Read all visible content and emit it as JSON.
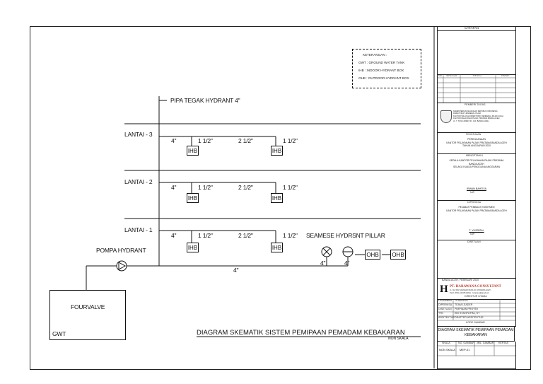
{
  "diagram": {
    "title": "DIAGRAM SKEMATIK SISTEM PEMIPAAN PEMADAM KEBAKARAN",
    "scale": "NON SKALA",
    "riser_label": "PIPA TEGAK HYDRANT 4\"",
    "legend": {
      "title": "KETERANGAN :",
      "items": [
        "GWT : GROUND WATER TANK",
        "IHB : INDOOR HYDRANT BOX",
        "OHB : OUTDOOR HYDRANT BOX"
      ]
    },
    "floors": [
      {
        "label": "LANTAI - 3",
        "size_main": "4\"",
        "size_a": "1 1/2\"",
        "size_b": "2 1/2\"",
        "size_c": "1 1/2\"",
        "box_a": "IHB",
        "box_b": "IHB"
      },
      {
        "label": "LANTAI - 2",
        "size_main": "4\"",
        "size_a": "1 1/2\"",
        "size_b": "2 1/2\"",
        "size_c": "1 1/2\"",
        "box_a": "IHB",
        "box_b": "IHB"
      },
      {
        "label": "LANTAI - 1",
        "size_main": "4\"",
        "size_a": "1 1/2\"",
        "size_b": "2 1/2\"",
        "size_c": "1 1/2\"",
        "box_a": "IHB",
        "box_b": "IHB"
      }
    ],
    "pump_label": "POMPA HYDRANT",
    "ground_pipe_size": "4\"",
    "pillar_label": "SEAMESE  HYDRSNT PILLAR",
    "pillar_size_1": "4\"",
    "pillar_size_2": "4\"",
    "ohb_1": "OHB",
    "ohb_2": "OHB",
    "tank_label": "FOURVALVE",
    "tank_tag": "GWT"
  },
  "titleblock": {
    "catatan": "CATATAN",
    "rev_headers": [
      "No.",
      "TANGGAL",
      "REVISI",
      "PARAF"
    ],
    "pemberi_tugas_header": "PEMBERI TUGAS",
    "ministry_lines": [
      "KEMENTERIAN KEUANGAN REPUBLIK INDONESIA",
      "DIREKTORAT JENDERAL PAJAK",
      "KANTOR WILAYAH DIREKTORAT JENDERAL PAJAK ACEH",
      "KANTOR PELAYANAN PAJAK PRATAMA BANDA ACEH",
      "JL. T. NYAK ARIEF NO. 123, BANDA ACEH"
    ],
    "pekerjaan_header": "PEKERJAAN",
    "pekerjaan_lines": [
      "PERENCANAAN",
      "KANTOR PELAYANAN PAJAK PRATAMA BANDA ACEH",
      "TAHUN ANGGARAN 2020"
    ],
    "mengetahui_header": "MENGETAHUI",
    "mengetahui_lines": [
      "KEPALA KANTOR PELAYANAN PAJAK PRATAMA",
      "BANDA ACEH",
      "SELAKU KUASA PENGGUNA ANGGARAN"
    ],
    "mengetahui_name": "IRWAN BAHTIYA",
    "mengetahui_nip": "NIP.",
    "diperiksa_header": "DIPERIKSA",
    "diperiksa_lines": [
      "PEJABAT PEMBUAT KOMITMEN",
      "KANTOR PELAYANAN PAJAK PRATAMA BANDA ACEH"
    ],
    "diperiksa_name": "T. YUSRIZAL",
    "diperiksa_nip": "NIP.",
    "disetujui_header": "DISETUJUI",
    "bank_line": "BANDA ACEH, FEBRUARI 2020",
    "consultant_name": "PT. HARAWANA CONSULTANT",
    "consultant_lines": [
      "JL. SULTAN ISKANDAR MUDA NO. 45 BANDA ACEH",
      "TELP. (0651) 123456 EMAIL : harawana@gmail.com"
    ],
    "direktur_header": "DIREKTUR UTAMA",
    "staff_rows": [
      [
        "DIGAMBAR",
        "TEAM AHLI"
      ],
      [
        "DIPERIKSA",
        "TEAM LEADER"
      ],
      [
        "DISETUJUI",
        "PIMPINAN PROYEK"
      ],
      [
        "TTD",
        "EDI SYAHPUTRA, ST"
      ],
      [
        "ARSITEKTUR",
        "DRAFTER ARSITEKTUR"
      ]
    ],
    "kode_label": "KODE GAMBAR",
    "drawing_title": "DIAGRAM SKEMATIK PEMIPAAN PEMADAM KEBAKARAN",
    "foot_headers": [
      "SKALA",
      "NO. GAMBAR",
      "JML. GAMBAR",
      "KERTAS"
    ],
    "foot_values": [
      "NON SKALA",
      "MEP-01",
      "",
      ""
    ]
  }
}
